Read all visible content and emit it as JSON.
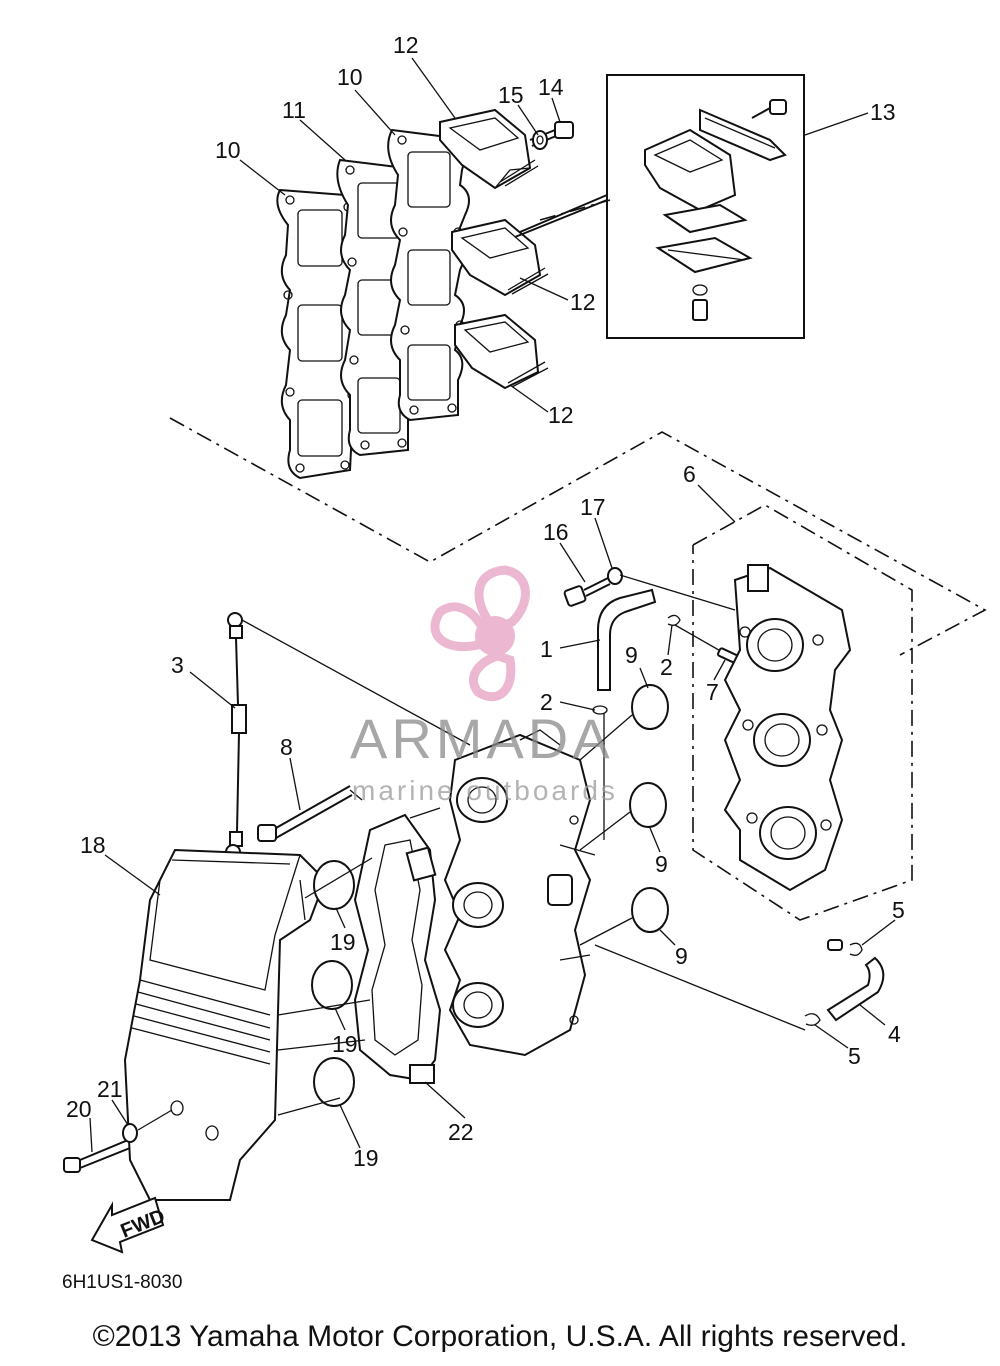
{
  "watermark": {
    "title": "ARMADA",
    "subtitle": "marine outboards",
    "logo_color": "#e8a6c6"
  },
  "diagram_code": "6H1US1-8030",
  "fwd_label": "FWD",
  "copyright": "©2013 Yamaha Motor Corporation, U.S.A. All rights reserved.",
  "callouts": {
    "c1": "1",
    "c2a": "2",
    "c2b": "2",
    "c3": "3",
    "c4": "4",
    "c5a": "5",
    "c5b": "5",
    "c6": "6",
    "c7": "7",
    "c8": "8",
    "c9a": "9",
    "c9b": "9",
    "c9c": "9",
    "c10a": "10",
    "c10b": "10",
    "c11": "11",
    "c12a": "12",
    "c12b": "12",
    "c12c": "12",
    "c13": "13",
    "c14": "14",
    "c15": "15",
    "c16": "16",
    "c17": "17",
    "c18": "18",
    "c19a": "19",
    "c19b": "19",
    "c19c": "19",
    "c20": "20",
    "c21": "21",
    "c22": "22"
  }
}
